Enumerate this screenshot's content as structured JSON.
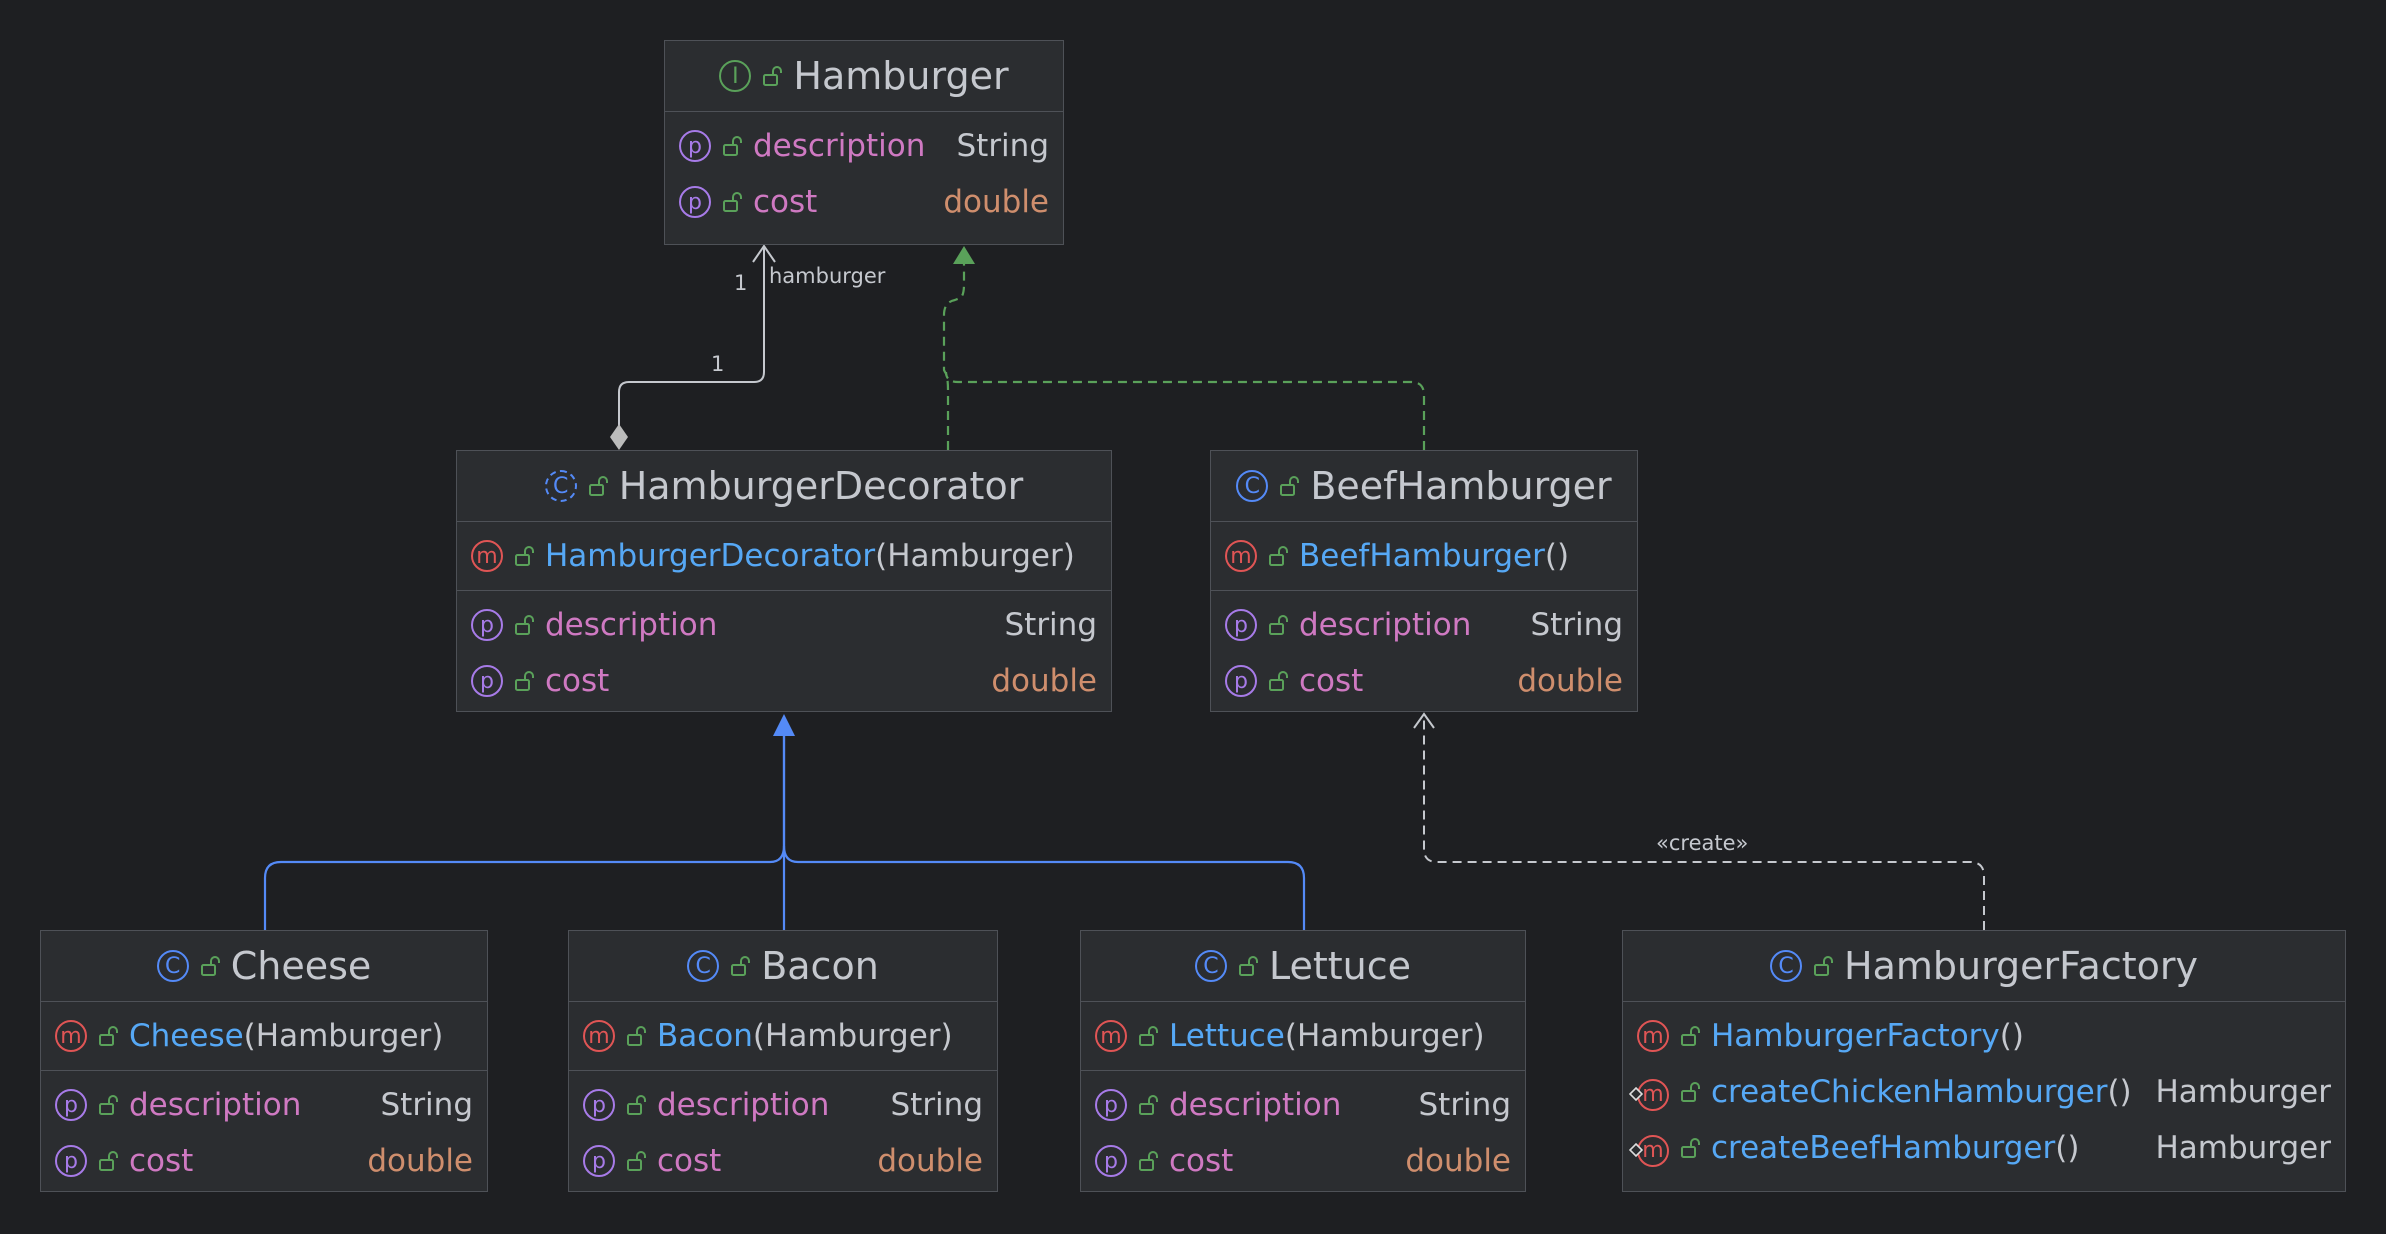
{
  "classes": {
    "hamburger": {
      "name": "Hamburger",
      "kind": "I",
      "props": [
        {
          "name": "description",
          "type": "String"
        },
        {
          "name": "cost",
          "type": "double"
        }
      ]
    },
    "decorator": {
      "name": "HamburgerDecorator",
      "kind": "C",
      "ctor": {
        "name": "HamburgerDecorator",
        "params": "(Hamburger)"
      },
      "props": [
        {
          "name": "description",
          "type": "String"
        },
        {
          "name": "cost",
          "type": "double"
        }
      ]
    },
    "beef": {
      "name": "BeefHamburger",
      "kind": "C",
      "ctor": {
        "name": "BeefHamburger",
        "params": "()"
      },
      "props": [
        {
          "name": "description",
          "type": "String"
        },
        {
          "name": "cost",
          "type": "double"
        }
      ]
    },
    "cheese": {
      "name": "Cheese",
      "kind": "C",
      "ctor": {
        "name": "Cheese",
        "params": "(Hamburger)"
      },
      "props": [
        {
          "name": "description",
          "type": "String"
        },
        {
          "name": "cost",
          "type": "double"
        }
      ]
    },
    "bacon": {
      "name": "Bacon",
      "kind": "C",
      "ctor": {
        "name": "Bacon",
        "params": "(Hamburger)"
      },
      "props": [
        {
          "name": "description",
          "type": "String"
        },
        {
          "name": "cost",
          "type": "double"
        }
      ]
    },
    "lettuce": {
      "name": "Lettuce",
      "kind": "C",
      "ctor": {
        "name": "Lettuce",
        "params": "(Hamburger)"
      },
      "props": [
        {
          "name": "description",
          "type": "String"
        },
        {
          "name": "cost",
          "type": "double"
        }
      ]
    },
    "factory": {
      "name": "HamburgerFactory",
      "kind": "C",
      "ctor": {
        "name": "HamburgerFactory",
        "params": "()"
      },
      "methods": [
        {
          "name": "createChickenHamburger",
          "params": "()",
          "type": "Hamburger"
        },
        {
          "name": "createBeefHamburger",
          "params": "()",
          "type": "Hamburger"
        }
      ]
    }
  },
  "badges": {
    "interface": "I",
    "class": "C",
    "method": "m",
    "property": "p"
  },
  "edges": {
    "aggregation_label": "hamburger",
    "mult_top": "1",
    "mult_bottom": "1",
    "create_label": "«create»"
  },
  "icons": {
    "visibility": "unlock-icon",
    "static": "static-diamond-icon"
  },
  "colors": {
    "background": "#1e1f22",
    "box": "#2b2d30",
    "property": "#cf79c2",
    "method": "#56a8f5",
    "double": "#cf8e6d",
    "implements": "#5aa15a",
    "extends": "#548af7",
    "association": "#c5c8ce"
  }
}
